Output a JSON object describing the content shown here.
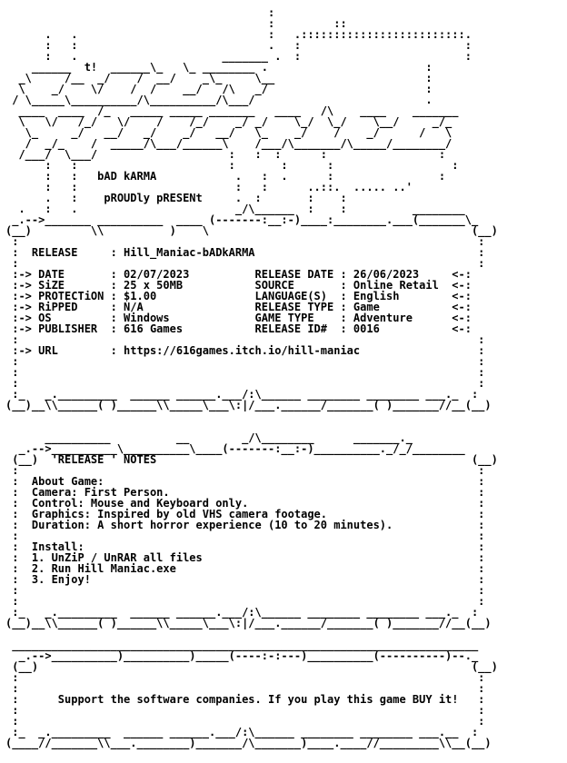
{
  "nfo_lines": [
    "                                        :",
    "                                        :         ::",
    "      .   .                             :   .:::::::::::::::::::::::::.",
    "      :   :                             .   :                         :",
    "      :   .                      _______ .  :                         :",
    "    ______  t!  ______\\_   \\_ ________ .                        :",
    "  _\\     /__  _/    /  __/    _\\_     \\__                       :",
    "  \\    _/    \\/    /  /    __/   /\\   _/                        :",
    " / \\_____\\__________/\\__________/\\___/                          .",
    "  ____  ____  /_   _____ _____ _______   ____   /\\    ____    _______",
    "  \\   \\/   /_/   \\/    /    /_/    _/ _/    \\_/  \\_/    \\__/     _/_",
    "   \\_     _/   __/   _/    _/   __/   \\_    _/    /    _/      /   \\",
    "   /  _/_    /  _____/\\___/______\\    /___/\\_______/\\_____/________/",
    "  /___/  \\___/                    :   :  :      :                 :",
    "      :   :                       :       :      :                  :",
    "      :   :   bAD kARMA            .   :  .      :                :",
    "      :   :                        :   :      ..::.  ..... ..'",
    "      .   :    pROUDly pRESENt     .  :       :    :",
    "  .   :   .                        _/\\______  :    :          ________",
    " _.-->_______ __________  ____ (-------:__:-)____:________.___(_______\\_",
    "(__)         \\\\          )    \\                                        (__)",
    " :                                                                      :",
    " :  RELEASE     : Hill_Maniac-bADkARMA                                  :",
    " :                                                                      :",
    " :-> DATE       : 02/07/2023          RELEASE DATE : 26/06/2023     <-:",
    " :-> SiZE       : 25 x 50MB           SOURCE       : Online Retail  <-:",
    " :-> PROTECTiON : $1.00               LANGUAGE(S)  : English        <-:",
    " :-> RiPPED     : N/A                 RELEASE TYPE : Game           <-:",
    " :-> OS         : Windows             GAME TYPE    : Adventure      <-:",
    " :-> PUBLISHER  : 616 Games           RELEASE ID#  : 0016           <-:",
    " :                                                                      :",
    " :-> URL        : https://616games.itch.io/hill-maniac                  :",
    " :                                                                      :",
    " :                                                                      :",
    " :                                                                      :",
    " :_   _._________  ______ ______.___/:\\______ ________ ________ ___._  :",
    "(__)__\\\\______( )______\\\\_____\\___\\:|/___.______/_______( )_______//__(__)",
    "",
    "",
    "      __________          __        _/\\________      _______._",
    "  _.-->__________\\__________\\____(-------:__:-)__________._/_/________",
    " (__)  'RELEASE ' NOTES                                                (__)",
    " :                                                                      :",
    " :  About Game:                                                         :",
    " :  Camera: First Person.                                               :",
    " :  Control: Mouse and Keyboard only.                                   :",
    " :  Graphics: Inspired by old VHS camera footage.                       :",
    " :  Duration: A short horror experience (10 to 20 minutes).             :",
    " :                                                                      :",
    " :  Install:                                                            :",
    " :  1. UnZiP / UnRAR all files                                          :",
    " :  2. Run Hill Maniac.exe                                              :",
    " :  3. Enjoy!                                                           :",
    " :                                                                      :",
    " :                                                                      :",
    " :_   _._________  ______ ______.___/:\\______ ________ ________ ___._  :",
    "(__)__\\\\______( )______\\\\_____\\___\\:|/___.______/_______( )_______//__(__)",
    "",
    " _______________________________________________________________________",
    "  _.-->__________)__________)_____(----:-:---)__________(----------)--._",
    " (__)                                                                  (__)",
    " :                                                                      :",
    " :                                                                      :",
    " :      Support the software companies. If you play this game BUY it!   :",
    " :                                                                      :",
    " :                                                                      :",
    " :_  _._________  ______ ______.___/:\\______ ________ ________ ___.__  :",
    "(____//_______\\\\___.________)_______/\\_______)____.____//_________\\\\__(__)"
  ]
}
